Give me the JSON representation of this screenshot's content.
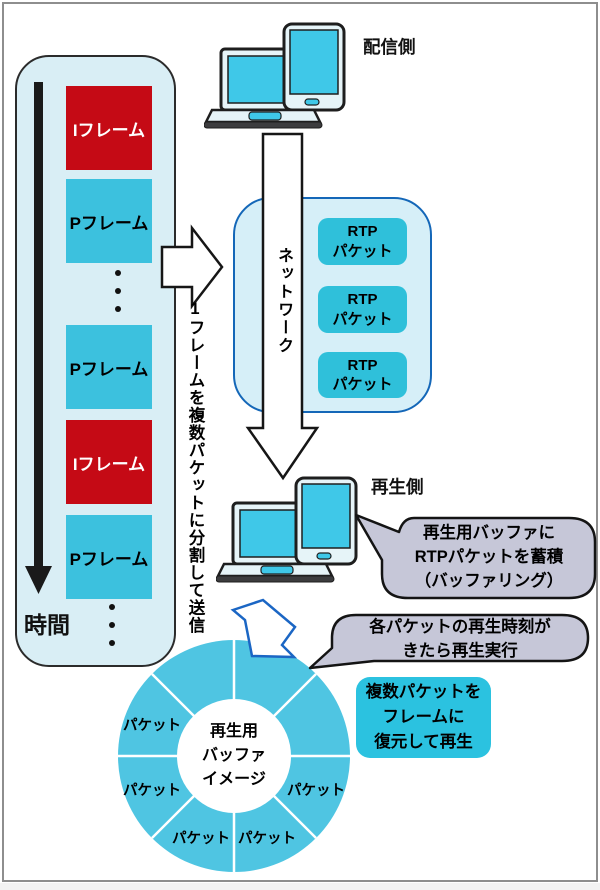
{
  "frame_panel": {
    "time_label": "時間",
    "frames": [
      {
        "kind": "I",
        "label": "Iフレーム"
      },
      {
        "kind": "P",
        "label": "Pフレーム"
      },
      {
        "kind": "P",
        "label": "Pフレーム"
      },
      {
        "kind": "I",
        "label": "Iフレーム"
      },
      {
        "kind": "P",
        "label": "Pフレーム"
      }
    ]
  },
  "sender_label": "配信側",
  "receiver_label": "再生側",
  "split_caption": "1フレームを複数パケットに分割して送信",
  "network": {
    "label": "ネットワーク",
    "packets": [
      {
        "line1": "RTP",
        "line2": "パケット"
      },
      {
        "line1": "RTP",
        "line2": "パケット"
      },
      {
        "line1": "RTP",
        "line2": "パケット"
      }
    ]
  },
  "buffer_bubble": {
    "lines": [
      "再生用バッファに",
      "RTPパケットを蓄積",
      "（バッファリング）"
    ]
  },
  "playback_bubble": {
    "lines": [
      "各パケットの再生時刻が",
      "きたら再生実行"
    ]
  },
  "restore_box": {
    "lines": [
      "複数パケットを",
      "フレームに",
      "復元して再生"
    ]
  },
  "donut": {
    "segment_count": 8,
    "segment_labels": [
      "パケット",
      "パケット",
      "パケット",
      "パケット",
      "パケット"
    ],
    "center_lines": [
      "再生用",
      "バッファ",
      "イメージ"
    ]
  },
  "colors": {
    "i_frame_red": "#c50a15",
    "frame_cyan": "#3cc1de",
    "panel_bg": "#d9eef5",
    "network_bg": "#d6eff8",
    "network_border": "#1467b8",
    "rtp_box": "#2fc0da",
    "donut": "#4fc5e2",
    "restore_box_bg": "#2bc2e0",
    "bubble_bg": "#c6c7d8",
    "device_screen": "#3fc8e8",
    "blue_arrow_stroke": "#1b66c4"
  }
}
